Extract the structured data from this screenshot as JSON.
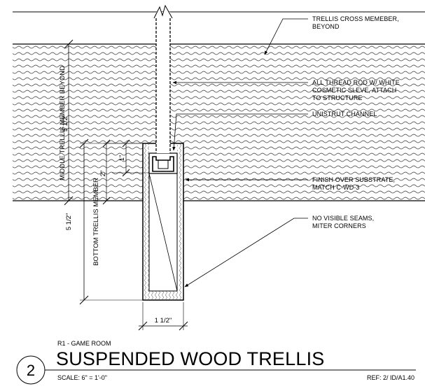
{
  "notes": [
    {
      "lines": [
        "TRELLIS CROSS MEMEBER,",
        "BEYOND"
      ]
    },
    {
      "lines": [
        "ALL THREAD ROD W/ WHITE",
        "COSMETIC SLEVE, ATTACH",
        "TO STRUCTURE"
      ]
    },
    {
      "lines": [
        "UNISTRUT CHANNEL"
      ]
    },
    {
      "lines": [
        "FINISH OVER SUBSTRATE,",
        "MATCH C-WD-3"
      ]
    },
    {
      "lines": [
        "NO VISIBLE SEAMS,",
        "MITER CORNERS"
      ]
    }
  ],
  "dimensions": {
    "middle_height": "5 1/2\"",
    "middle_label": "MIDDLE TRELLIS MEMBER BEYOND",
    "bottom_height": "5 1/2\"",
    "bottom_label": "BOTTOM TRELLIS MEMBER",
    "inner_2": "2\"",
    "inner_1": "1\"",
    "width": "1 1/2\""
  },
  "title_block": {
    "room": "R1 - GAME ROOM",
    "number": "2",
    "title": "SUSPENDED WOOD TRELLIS",
    "scale": "SCALE:  6\" = 1'-0\"",
    "ref": "REF: 2/ ID/A1.40"
  }
}
